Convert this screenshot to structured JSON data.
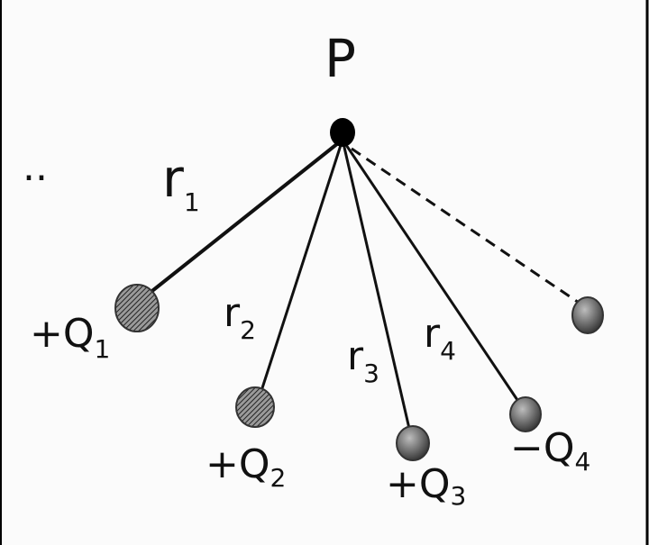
{
  "point_label": "P",
  "dots": "..",
  "distances": [
    {
      "main": "r",
      "sub": "1"
    },
    {
      "main": "r",
      "sub": "2"
    },
    {
      "main": "r",
      "sub": "3"
    },
    {
      "main": "r",
      "sub": "4"
    }
  ],
  "charges": [
    {
      "main": "+Q",
      "sub": "1"
    },
    {
      "main": "+Q",
      "sub": "2"
    },
    {
      "main": "+Q",
      "sub": "3"
    },
    {
      "main": "−Q",
      "sub": "4"
    }
  ],
  "colors": {
    "line": "#111111",
    "charge_fill": "#777777",
    "point": "#000000"
  }
}
